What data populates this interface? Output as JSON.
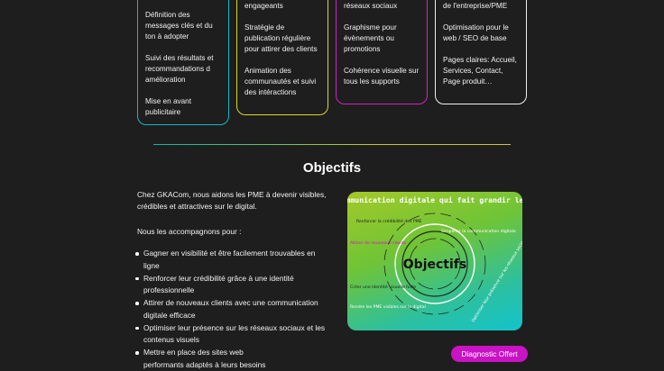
{
  "cards": [
    {
      "items": [
        "Définition des messages clés et du ton à adopter",
        "Suivi des résultats et recommandations d amélioration",
        "Mise en avant publicitaire"
      ]
    },
    {
      "items": [
        "engageants",
        "Stratégie de publication régulière pour attirer des clients",
        "Animation des communautés et suivi des intéractions"
      ]
    },
    {
      "items": [
        "réseaux sociaux",
        "Graphisme pour évènements ou promotions",
        "Cohérence visuelle sur tous les supports"
      ]
    },
    {
      "items": [
        "de l'entreprise/PME",
        "Optimisation pour le web / SEO de base",
        "Pages claires: Accueil, Services, Contact, Page produit…"
      ]
    }
  ],
  "objectives": {
    "title": "Objectifs",
    "intro": "Chez GKACom, nous aidons les PME à devenir visibles, crédibles et attractives sur le digital.",
    "lead": "Nous les accompagnons pour :",
    "goals": [
      "Gagner en visibilité et être facilement trouvables en ligne",
      "Renforcer leur crédibilité grâce à une identité professionnelle",
      "Attirer de nouveaux clients avec une communication digitale efficace",
      "Optimiser leur présence sur les réseaux sociaux et les contenus visuels",
      "Mettre en place des sites web",
      "performants adaptés à leurs besoins"
    ]
  },
  "infographic": {
    "heading": "La communication digitale qui fait grandir les PME",
    "center": "Objectifs",
    "labels": [
      "Renforcer la crédibilité des PME",
      "Simplifier la communication digitale",
      "Attirer de nouveaux clients",
      "Créer une identité visuelle forte",
      "Rendre les PME visibles sur le digital",
      "Optimiser leur présence sur les réseaux sociaux"
    ]
  },
  "cta": {
    "label": "Diagnostic Offert",
    "color": "#c913c4"
  },
  "colors": {
    "card1": "#16b8c4",
    "card2": "#d5d92c",
    "card3": "#d61fc8",
    "card4": "#f0f0f0",
    "background": "#1e1e1e"
  }
}
